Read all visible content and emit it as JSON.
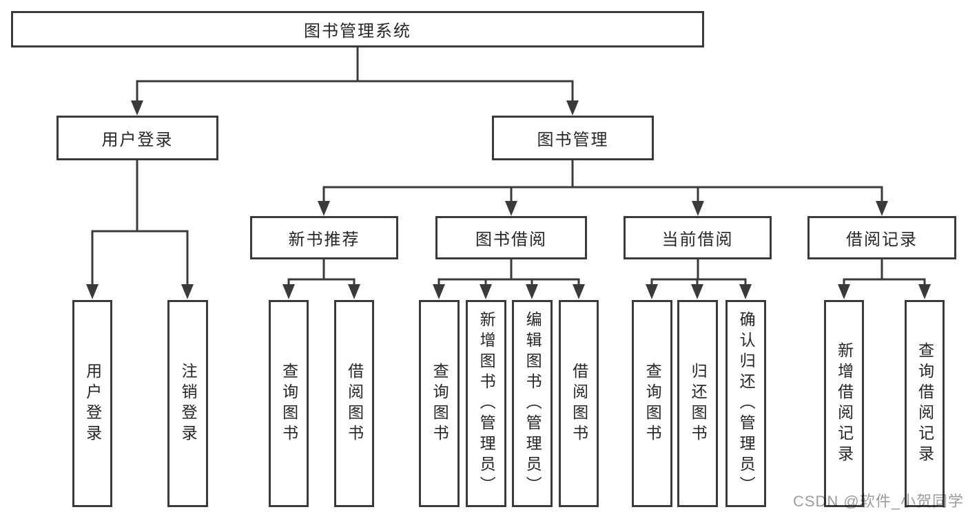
{
  "colors": {
    "box_border": "#3a3a3a",
    "box_fill": "#ffffff",
    "label_text": "#262626",
    "connector": "#3a3a3a",
    "watermark_text": "#9c9c9c",
    "background": "#ffffff"
  },
  "diagram": {
    "root_label": "图书管理系统",
    "watermark": "CSDN @软件_小贺同学",
    "branches": [
      {
        "label": "用户登录",
        "children": [
          {
            "label": "用户登录"
          },
          {
            "label": "注销登录"
          }
        ]
      },
      {
        "label": "图书管理",
        "children": [
          {
            "label": "新书推荐",
            "children": [
              {
                "label": "查询图书"
              },
              {
                "label": "借阅图书"
              }
            ]
          },
          {
            "label": "图书借阅",
            "children": [
              {
                "label": "查询图书"
              },
              {
                "label": "新增图书（管理员）"
              },
              {
                "label": "编辑图书（管理员）"
              },
              {
                "label": "借阅图书"
              }
            ]
          },
          {
            "label": "当前借阅",
            "children": [
              {
                "label": "查询图书"
              },
              {
                "label": "归还图书"
              },
              {
                "label": "确认归还（管理员）"
              }
            ]
          },
          {
            "label": "借阅记录",
            "children": [
              {
                "label": "新增借阅记录"
              },
              {
                "label": "查询借阅记录"
              }
            ]
          }
        ]
      }
    ]
  }
}
